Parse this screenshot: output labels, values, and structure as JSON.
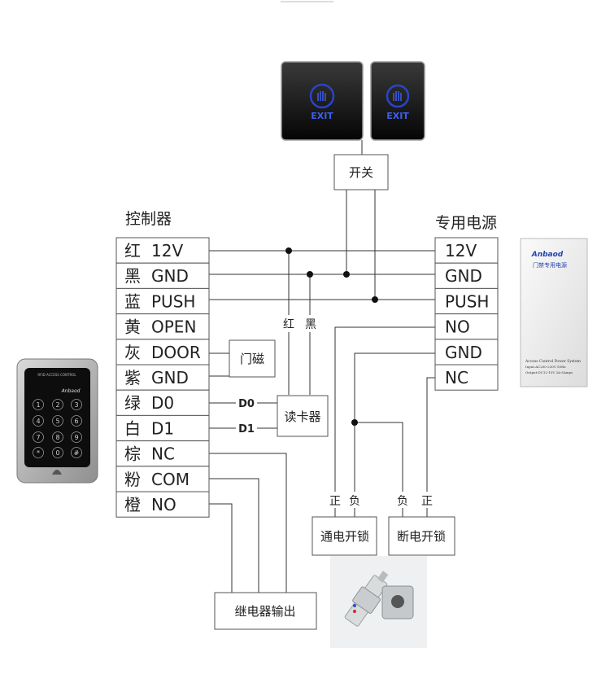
{
  "headers": {
    "controller": "控制器",
    "power": "专用电源"
  },
  "controller_rows": [
    {
      "color": "红",
      "signal": "12V"
    },
    {
      "color": "黑",
      "signal": "GND"
    },
    {
      "color": "蓝",
      "signal": "PUSH"
    },
    {
      "color": "黄",
      "signal": "OPEN"
    },
    {
      "color": "灰",
      "signal": "DOOR"
    },
    {
      "color": "紫",
      "signal": "GND"
    },
    {
      "color": "绿",
      "signal": "D0"
    },
    {
      "color": "白",
      "signal": "D1"
    },
    {
      "color": "棕",
      "signal": "NC"
    },
    {
      "color": "粉",
      "signal": "COM"
    },
    {
      "color": "橙",
      "signal": "NO"
    }
  ],
  "power_rows": [
    "12V",
    "GND",
    "PUSH",
    "NO",
    "GND",
    "NC"
  ],
  "boxes": {
    "switch": "开关",
    "door_sensor": "门磁",
    "card_reader": "读卡器",
    "relay_output": "继电器输出",
    "power_on_lock": "通电开锁",
    "power_off_lock": "断电开锁"
  },
  "wire_labels": {
    "red": "红",
    "black": "黑",
    "d0": "D0",
    "d1": "D1",
    "pos_left": "正",
    "neg_left": "负",
    "neg_right": "负",
    "pos_right": "正"
  },
  "exit_buttons": [
    {
      "label": "EXIT"
    },
    {
      "label": "EXIT"
    }
  ],
  "psu": {
    "brand": "Anbaod",
    "title": "门禁专用电源",
    "spec1": "Access Control Power System",
    "spec2": "Input:AC200-230V 50Hz",
    "spec3": "Output:DC12-15V 3A-5Amps"
  },
  "keypad": {
    "top_text": "RFID ACCESS CONTROL",
    "brand": "Anbaod",
    "keys": [
      "1",
      "2",
      "3",
      "4",
      "5",
      "6",
      "7",
      "8",
      "9",
      "*",
      "0",
      "#"
    ]
  }
}
